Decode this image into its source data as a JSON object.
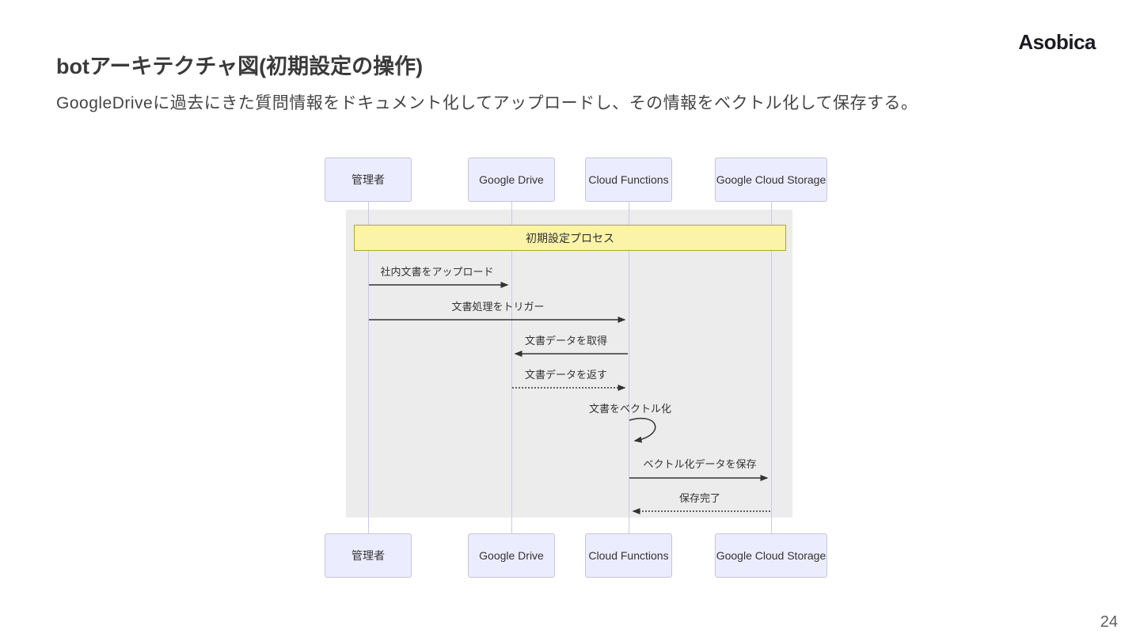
{
  "slide": {
    "title": "botアーキテクチャ図(初期設定の操作)",
    "subtitle": "GoogleDriveに過去にきた質問情報をドキュメント化してアップロードし、その情報をベクトル化して保存する。",
    "logo": "Asobica",
    "page_number": "24"
  },
  "diagram": {
    "type": "sequence-diagram",
    "banner_label": "初期設定プロセス",
    "participants": [
      "管理者",
      "Google Drive",
      "Cloud Functions",
      "Google Cloud Storage"
    ],
    "messages": [
      {
        "from": "管理者",
        "to": "Google Drive",
        "label": "社内文書をアップロード",
        "style": "solid"
      },
      {
        "from": "管理者",
        "to": "Cloud Functions",
        "label": "文書処理をトリガー",
        "style": "solid"
      },
      {
        "from": "Cloud Functions",
        "to": "Google Drive",
        "label": "文書データを取得",
        "style": "solid"
      },
      {
        "from": "Google Drive",
        "to": "Cloud Functions",
        "label": "文書データを返す",
        "style": "dotted"
      },
      {
        "from": "Cloud Functions",
        "to": "Cloud Functions",
        "label": "文書をベクトル化",
        "style": "self"
      },
      {
        "from": "Cloud Functions",
        "to": "Google Cloud Storage",
        "label": "ベクトル化データを保存",
        "style": "solid"
      },
      {
        "from": "Google Cloud Storage",
        "to": "Cloud Functions",
        "label": "保存完了",
        "style": "dotted"
      }
    ],
    "colors": {
      "participant_fill": "#ececff",
      "participant_border": "#c5c5de",
      "banner_fill": "#faf3a8",
      "banner_border": "#aaaa33",
      "lifeline": "#c9c9e8",
      "diagram_background": "#ececec",
      "arrow": "#333333"
    }
  }
}
